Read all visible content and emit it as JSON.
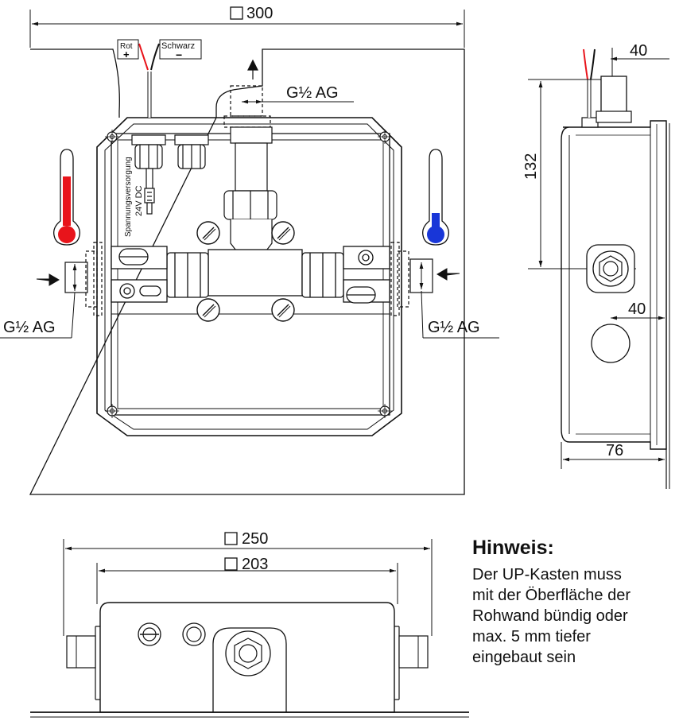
{
  "dimensions": {
    "width_300": "300",
    "width_250": "250",
    "width_203": "203",
    "side_width_40": "40",
    "height_132": "132",
    "offset_40": "40",
    "depth_76": "76"
  },
  "labels": {
    "top_outlet": "G½ AG",
    "left_inlet": "G½ AG",
    "right_inlet": "G½ AG",
    "wire_positive": "Rot",
    "wire_positive_symbol": "+",
    "wire_negative": "Schwarz",
    "wire_negative_symbol": "−",
    "power_supply": "Spannungsversorgung",
    "voltage": "24V DC"
  },
  "colors": {
    "hot": "#e8141b",
    "cold": "#1836d8",
    "line": "#1a1a1a"
  },
  "note": {
    "title": "Hinweis:",
    "lines": [
      "Der UP-Kasten muss",
      "mit der Öberfläche der",
      "Rohwand bündig oder",
      "max. 5 mm tiefer",
      "eingebaut sein"
    ]
  }
}
